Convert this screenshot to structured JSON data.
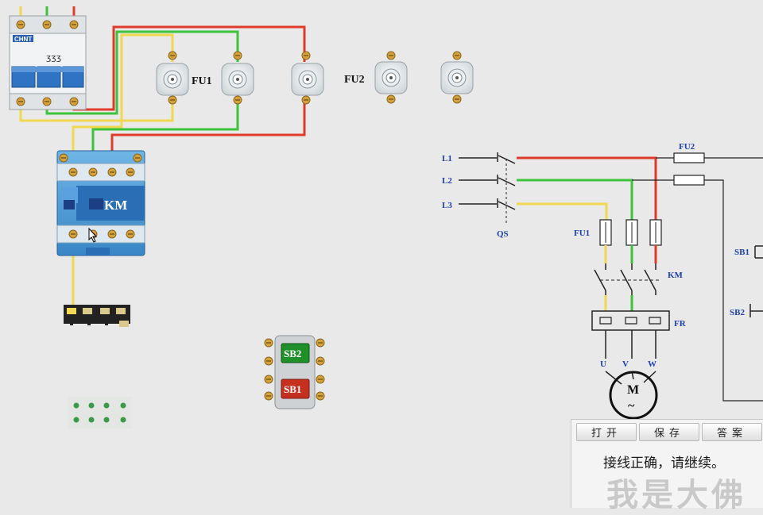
{
  "labels": {
    "fu1_top": "FU1",
    "fu2_top": "FU2",
    "km_block": "KM",
    "sb2_button": "SB2",
    "sb1_button": "SB1",
    "breaker_brand": "CHNT",
    "schematic": {
      "l1": "L1",
      "l2": "L2",
      "l3": "L3",
      "qs": "QS",
      "fu1": "FU1",
      "fu2": "FU2",
      "km": "KM",
      "fr": "FR",
      "u": "U",
      "v": "V",
      "w": "W",
      "motor": "M",
      "motor_symbol": "~",
      "sb1": "SB1",
      "sb2": "SB2"
    }
  },
  "toolbar": {
    "open": "打开",
    "save": "保存",
    "answer": "答案"
  },
  "status_message": "接线正确，请继续。",
  "watermark": "我是大佛",
  "colors": {
    "wire_yellow": "#f0d850",
    "wire_green": "#3bc43b",
    "wire_red": "#e03a2a",
    "schematic_label": "#1d3fb0",
    "sb2_button": "#1f8f2a",
    "sb1_button": "#c6301e"
  }
}
